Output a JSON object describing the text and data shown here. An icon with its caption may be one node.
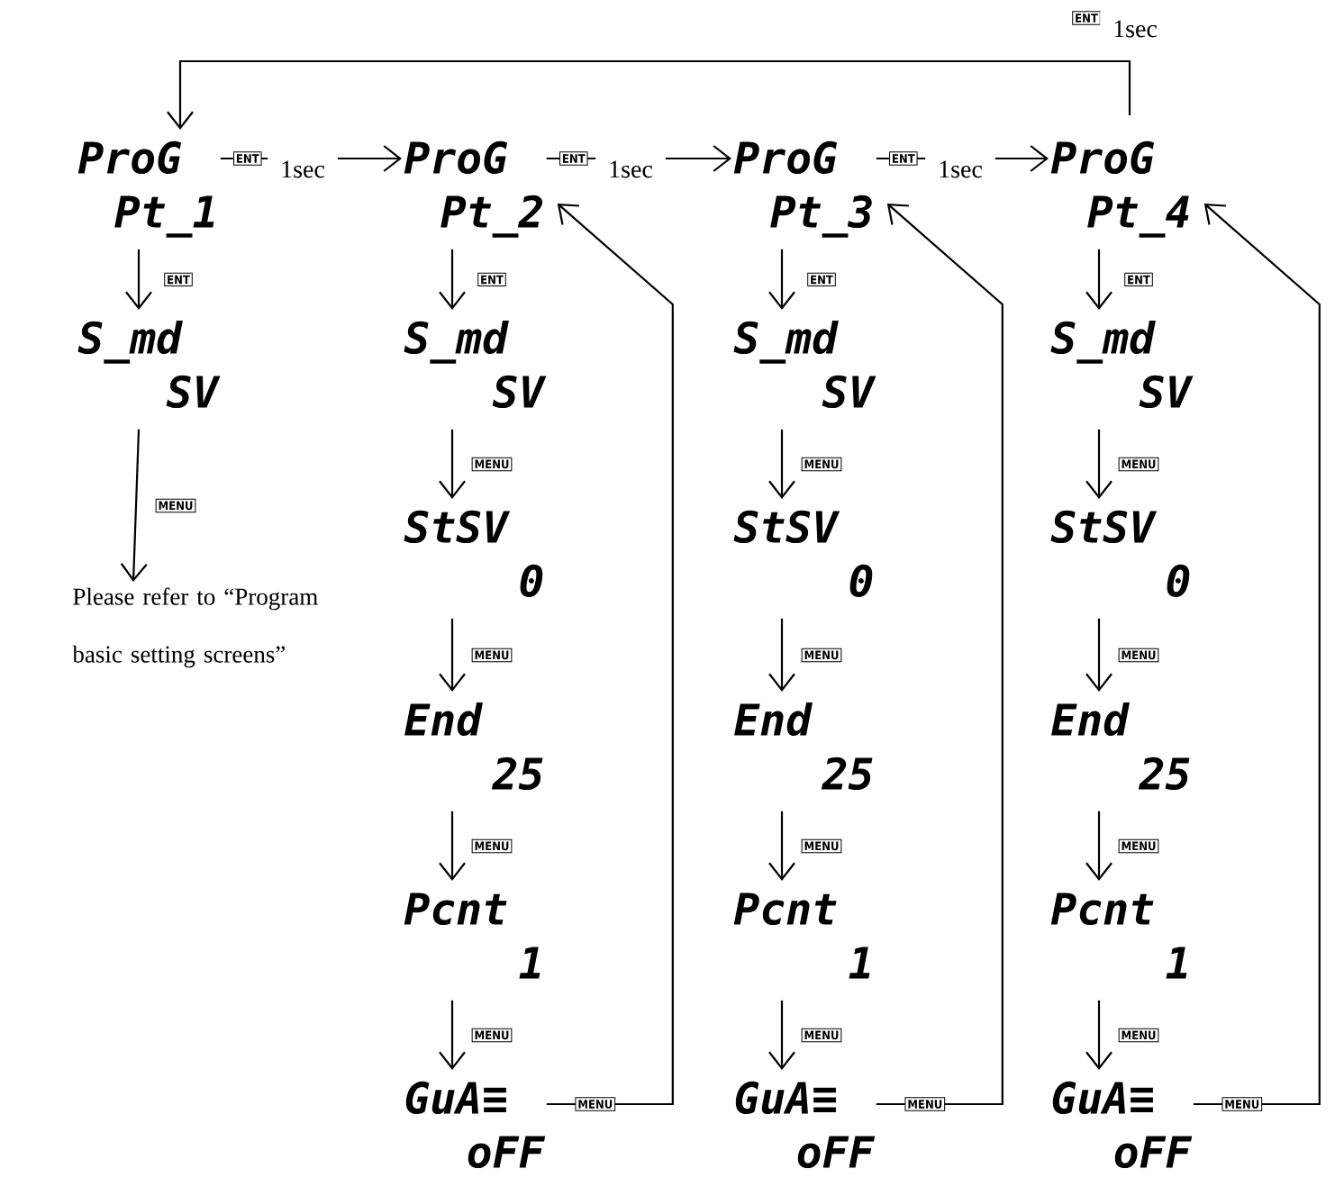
{
  "diagram": {
    "nodes": [
      {
        "text": [
          "ProG",
          "Pt_1"
        ]
      },
      {
        "text": [
          "S_md",
          "SV"
        ]
      },
      {
        "text": [
          "Please refer to “Program basic setting screens”"
        ]
      },
      {
        "text": [
          "ProG",
          "Pt_2"
        ]
      },
      {
        "text": [
          "S_md",
          "SV"
        ]
      },
      {
        "text": [
          "StSV",
          "0"
        ]
      },
      {
        "text": [
          "End",
          "25"
        ]
      },
      {
        "text": [
          "Pcnt",
          "1"
        ]
      },
      {
        "text": [
          "GuA≡",
          "oFF"
        ]
      },
      {
        "text": [
          "ProG",
          "Pt_3"
        ]
      },
      {
        "text": [
          "S_md",
          "SV"
        ]
      },
      {
        "text": [
          "StSV",
          "0"
        ]
      },
      {
        "text": [
          "End",
          "25"
        ]
      },
      {
        "text": [
          "Pcnt",
          "1"
        ]
      },
      {
        "text": [
          "GuA≡",
          "oFF"
        ]
      },
      {
        "text": [
          "ProG",
          "Pt_4"
        ]
      },
      {
        "text": [
          "S_md",
          "SV"
        ]
      },
      {
        "text": [
          "StSV",
          "0"
        ]
      },
      {
        "text": [
          "End",
          "25"
        ]
      },
      {
        "text": [
          "Pcnt",
          "1"
        ]
      },
      {
        "text": [
          "GuA≡",
          "oFF"
        ]
      }
    ],
    "edges": [
      {
        "from": 15,
        "to": 0,
        "arrow": "to",
        "label": "ENT"
      },
      {
        "from": 0,
        "to": 3,
        "arrow": "to",
        "label": "ENT"
      },
      {
        "from": 3,
        "to": 9,
        "arrow": "to",
        "label": "ENT"
      },
      {
        "from": 9,
        "to": 15,
        "arrow": "to",
        "label": "ENT"
      },
      {
        "from": 0,
        "to": 1,
        "arrow": "to",
        "label": "ENT"
      },
      {
        "from": 1,
        "to": 2,
        "arrow": "to",
        "label": "MENU"
      },
      {
        "from": 3,
        "to": 4,
        "arrow": "to",
        "label": "ENT"
      },
      {
        "from": 4,
        "to": 5,
        "arrow": "to",
        "label": "MENU"
      },
      {
        "from": 5,
        "to": 6,
        "arrow": "to",
        "label": "MENU"
      },
      {
        "from": 6,
        "to": 7,
        "arrow": "to",
        "label": "MENU"
      },
      {
        "from": 7,
        "to": 8,
        "arrow": "to",
        "label": "MENU"
      },
      {
        "from": 8,
        "to": 3,
        "arrow": "to",
        "label": "MENU"
      },
      {
        "from": 9,
        "to": 10,
        "arrow": "to",
        "label": "ENT"
      },
      {
        "from": 10,
        "to": 11,
        "arrow": "to",
        "label": "MENU"
      },
      {
        "from": 11,
        "to": 12,
        "arrow": "to",
        "label": "MENU"
      },
      {
        "from": 12,
        "to": 13,
        "arrow": "to",
        "label": "MENU"
      },
      {
        "from": 13,
        "to": 14,
        "arrow": "to",
        "label": "MENU"
      },
      {
        "from": 14,
        "to": 9,
        "arrow": "to",
        "label": "MENU"
      },
      {
        "from": 15,
        "to": 16,
        "arrow": "to",
        "label": "ENT"
      },
      {
        "from": 16,
        "to": 17,
        "arrow": "to",
        "label": "MENU"
      },
      {
        "from": 17,
        "to": 18,
        "arrow": "to",
        "label": "MENU"
      },
      {
        "from": 18,
        "to": 19,
        "arrow": "to",
        "label": "MENU"
      },
      {
        "from": 19,
        "to": 20,
        "arrow": "to",
        "label": "MENU"
      },
      {
        "from": 20,
        "to": 15,
        "arrow": "to",
        "label": "MENU"
      }
    ],
    "labels": [
      "1sec",
      "1sec",
      "1sec",
      "1sec"
    ]
  }
}
